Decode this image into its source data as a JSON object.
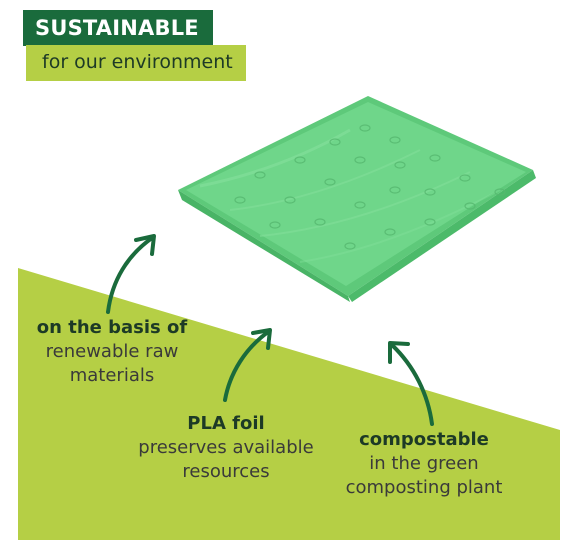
{
  "badge": {
    "title": "SUSTAINABLE",
    "subtitle": "for our environment"
  },
  "features": [
    {
      "head": "on the basis of",
      "line1": "renewable raw",
      "line2": "materials"
    },
    {
      "head": "PLA foil",
      "line1": "preserves available",
      "line2": "resources"
    },
    {
      "head": "compostable",
      "line1": "in the green",
      "line2": "composting plant"
    }
  ],
  "colors": {
    "dark_green": "#1a6b3c",
    "lime": "#b5cf45",
    "bag": "#6fd68a"
  }
}
